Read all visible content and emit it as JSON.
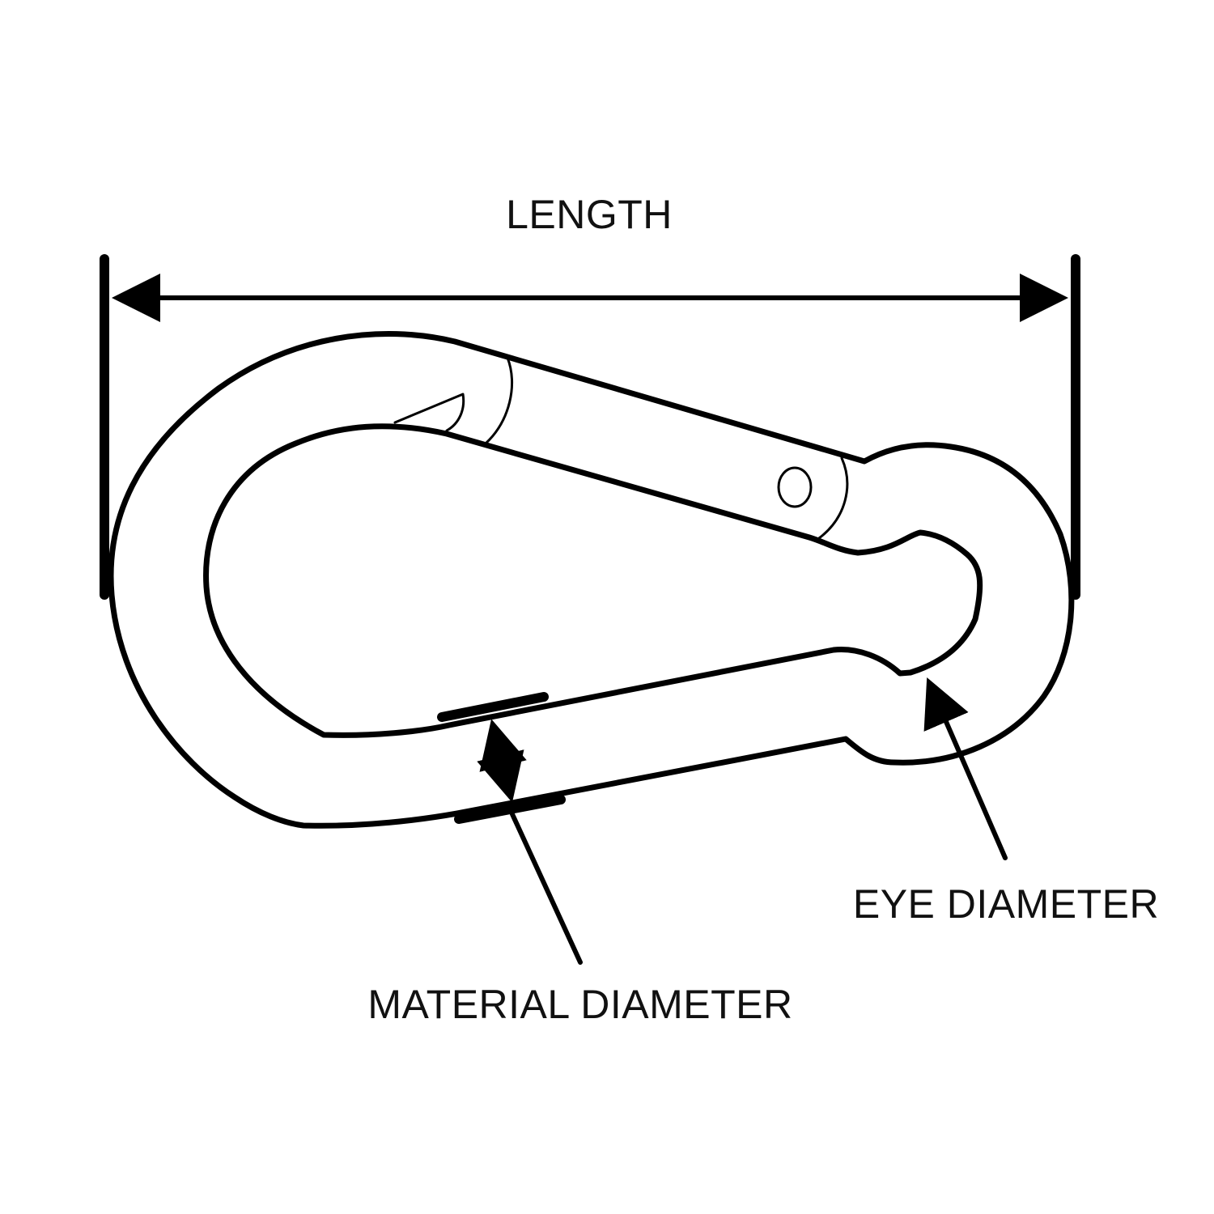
{
  "labels": {
    "length": "LENGTH",
    "eye_diameter": "EYE DIAMETER",
    "material_diameter": "MATERIAL DIAMETER"
  },
  "colors": {
    "line": "#000000",
    "background": "#ffffff"
  }
}
